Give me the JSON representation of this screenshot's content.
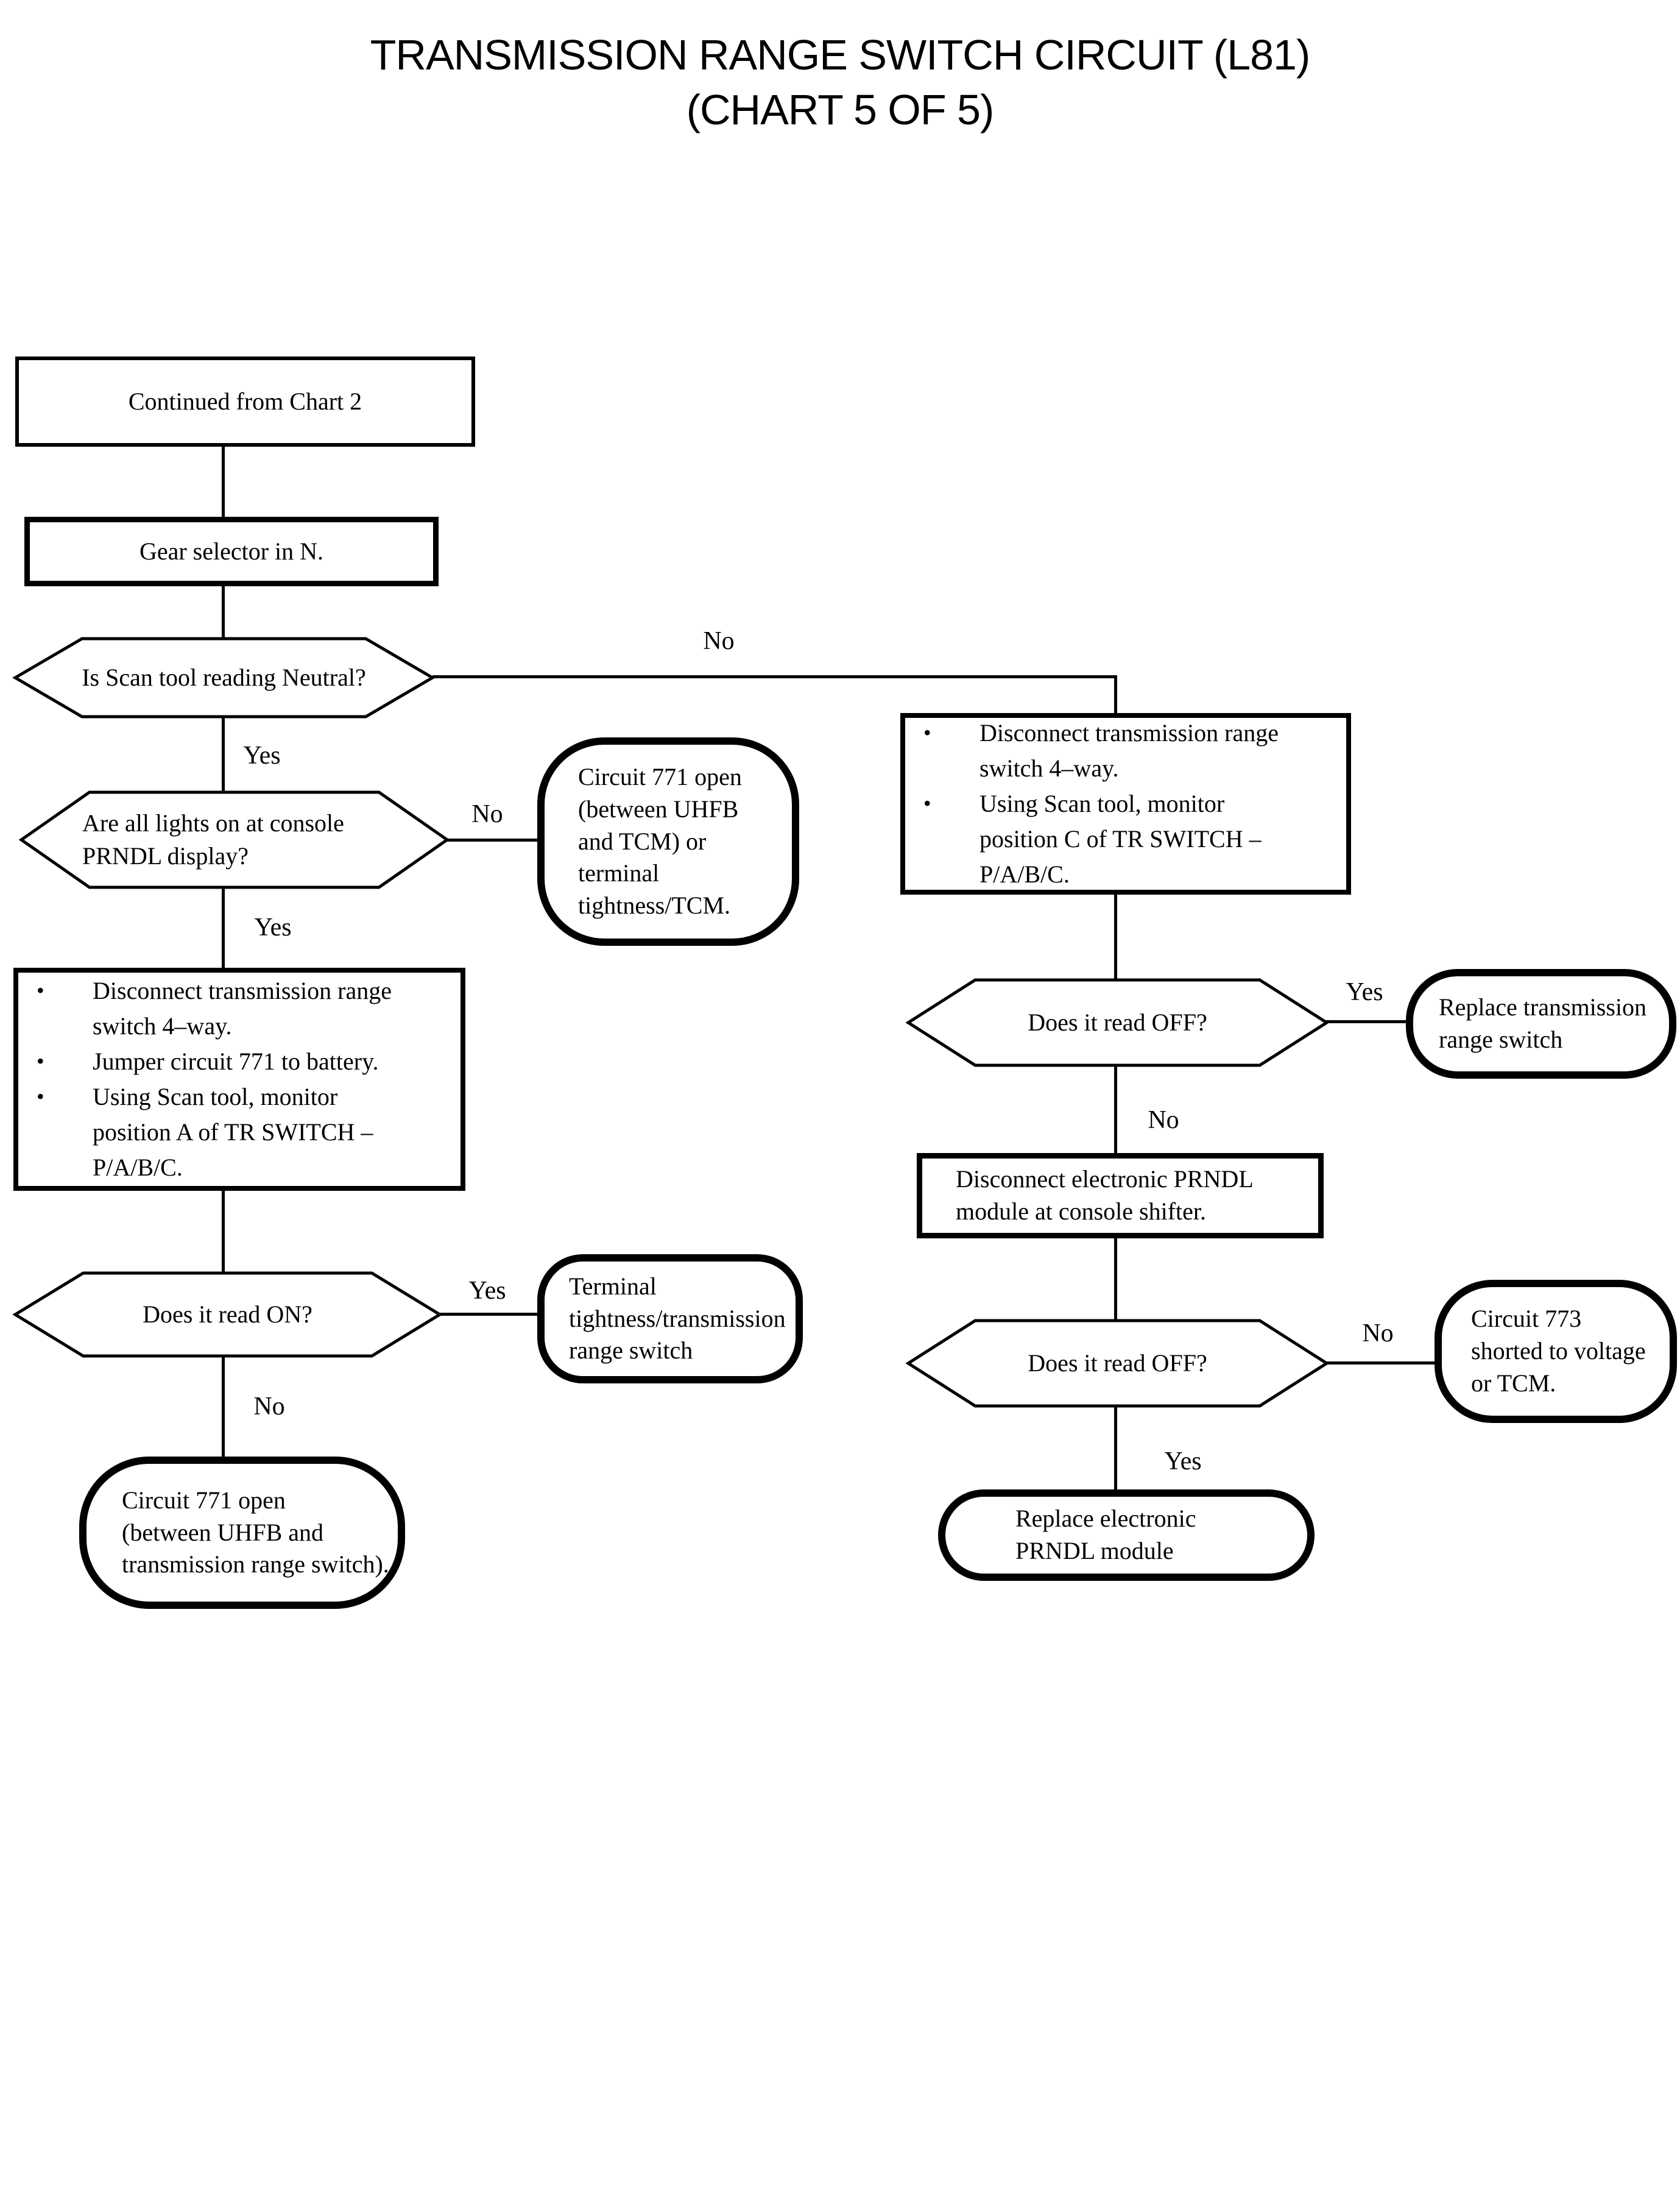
{
  "page": {
    "background": "#ffffff",
    "ink": "#000000",
    "bullet_glyph": "•"
  },
  "title": {
    "line1": "TRANSMISSION RANGE SWITCH CIRCUIT (L81)",
    "line2": "(CHART 5 OF 5)"
  },
  "nodes": {
    "continued": {
      "text": "Continued from Chart 2"
    },
    "gear": {
      "text": "Gear selector in N."
    },
    "hex_scan_neutral": {
      "text": "Is Scan tool reading Neutral?"
    },
    "hex_lights": {
      "text": "Are all lights on at console\nPRNDL display?"
    },
    "end_circuit771_tcm": {
      "text": "Circuit 771 open\n(between UHFB\nand TCM) or\nterminal\ntightness/TCM."
    },
    "steps_left": {
      "bullets": [
        "Disconnect transmission range\nswitch 4–way.",
        "Jumper circuit 771 to battery.",
        "Using Scan tool, monitor\nposition A of TR SWITCH –\nP/A/B/C."
      ]
    },
    "hex_read_on": {
      "text": "Does it read ON?"
    },
    "end_terminal_tightness": {
      "text": "Terminal\ntightness/transmission\nrange switch"
    },
    "end_circuit771_switch": {
      "text": "Circuit 771 open\n(between UHFB and\ntransmission range switch)."
    },
    "steps_right": {
      "bullets": [
        "Disconnect transmission range\nswitch 4–way.",
        "Using Scan tool, monitor\nposition C of TR SWITCH –\nP/A/B/C."
      ]
    },
    "hex_read_off_1": {
      "text": "Does it read OFF?"
    },
    "end_replace_switch": {
      "text": "Replace transmission\nrange switch"
    },
    "disconnect_prndl": {
      "text": "Disconnect electronic PRNDL\nmodule at console shifter."
    },
    "hex_read_off_2": {
      "text": "Does it read OFF?"
    },
    "end_circuit773": {
      "text": "Circuit 773\nshorted to voltage\nor TCM."
    },
    "end_replace_prndl": {
      "text": "Replace electronic\nPRNDL module"
    }
  },
  "edge_labels": {
    "scan_neutral_yes": "Yes",
    "scan_neutral_no": "No",
    "lights_no": "No",
    "lights_yes": "Yes",
    "read_on_yes": "Yes",
    "read_on_no": "No",
    "read_off1_yes": "Yes",
    "read_off1_no": "No",
    "read_off2_no": "No",
    "read_off2_yes": "Yes"
  }
}
